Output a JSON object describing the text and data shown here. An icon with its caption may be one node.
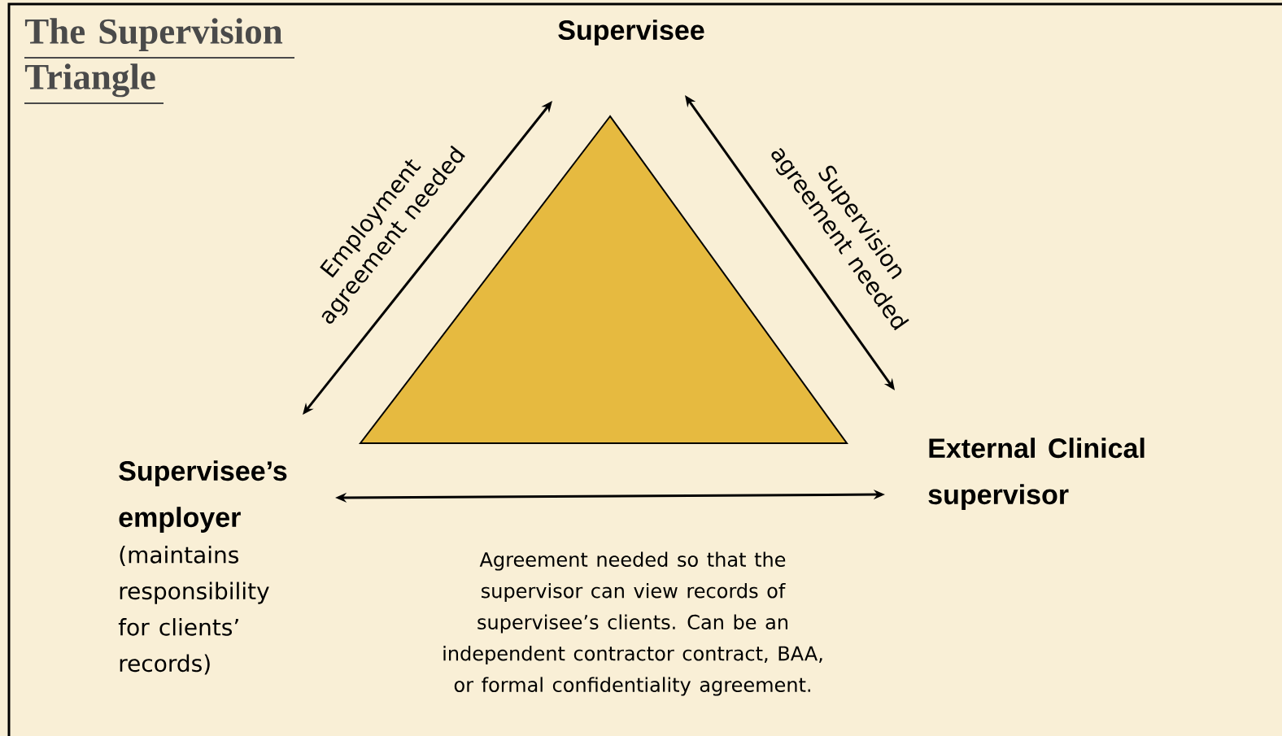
{
  "diagram": {
    "title": "The Supervision Triangle",
    "nodes": [
      {
        "text": [
          "Supervisee"
        ]
      },
      {
        "text": [
          "Supervisee’s employer",
          "(maintains responsibility for clients’ records)"
        ]
      },
      {
        "text": [
          "External Clinical supervisor"
        ]
      }
    ],
    "edges": [
      {
        "from": 1,
        "to": 0,
        "arrow": "both",
        "label": "Employment agreement needed"
      },
      {
        "from": 0,
        "to": 2,
        "arrow": "both",
        "label": "Supervision agreement needed"
      },
      {
        "from": 1,
        "to": 2,
        "arrow": "both",
        "label": "Agreement needed so that the supervisor can view records of supervisee’s clients. Can be an independent contractor contract, BAA, or formal confidentiality agreement."
      }
    ]
  }
}
